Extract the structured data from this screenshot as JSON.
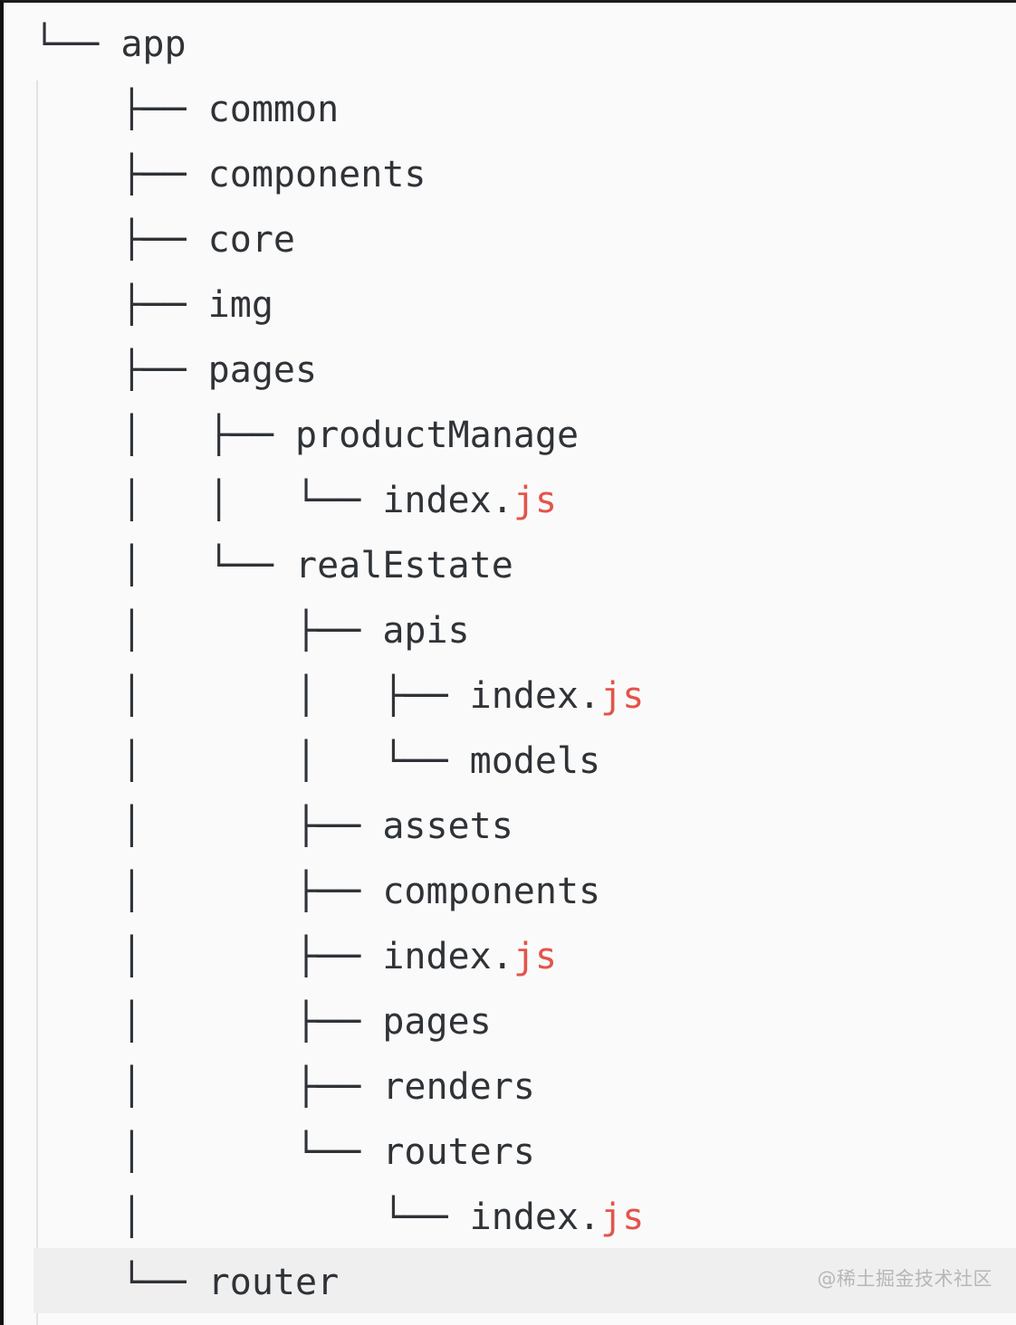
{
  "view": {
    "kind": "terminal-tree-output",
    "root_label": "app",
    "background_color": "#fafafa",
    "text_color": "#2f3337",
    "js_extension_color": "#e3544a",
    "highlight_row_color": "#efefef",
    "left_rule_color": "#e2e2e2"
  },
  "watermark": {
    "text": "@稀土掘金技术社区",
    "color": "#b7b7b7"
  },
  "tree": {
    "rows": [
      {
        "guides": "└── ",
        "name": "app",
        "ext": "",
        "highlight": false
      },
      {
        "guides": "    ├── ",
        "name": "common",
        "ext": "",
        "highlight": false
      },
      {
        "guides": "    ├── ",
        "name": "components",
        "ext": "",
        "highlight": false
      },
      {
        "guides": "    ├── ",
        "name": "core",
        "ext": "",
        "highlight": false
      },
      {
        "guides": "    ├── ",
        "name": "img",
        "ext": "",
        "highlight": false
      },
      {
        "guides": "    ├── ",
        "name": "pages",
        "ext": "",
        "highlight": false
      },
      {
        "guides": "    │   ├── ",
        "name": "productManage",
        "ext": "",
        "highlight": false
      },
      {
        "guides": "    │   │   └── ",
        "name": "index.",
        "ext": "js",
        "highlight": false
      },
      {
        "guides": "    │   └── ",
        "name": "realEstate",
        "ext": "",
        "highlight": false
      },
      {
        "guides": "    │       ├── ",
        "name": "apis",
        "ext": "",
        "highlight": false
      },
      {
        "guides": "    │       │   ├── ",
        "name": "index.",
        "ext": "js",
        "highlight": false
      },
      {
        "guides": "    │       │   └── ",
        "name": "models",
        "ext": "",
        "highlight": false
      },
      {
        "guides": "    │       ├── ",
        "name": "assets",
        "ext": "",
        "highlight": false
      },
      {
        "guides": "    │       ├── ",
        "name": "components",
        "ext": "",
        "highlight": false
      },
      {
        "guides": "    │       ├── ",
        "name": "index.",
        "ext": "js",
        "highlight": false
      },
      {
        "guides": "    │       ├── ",
        "name": "pages",
        "ext": "",
        "highlight": false
      },
      {
        "guides": "    │       ├── ",
        "name": "renders",
        "ext": "",
        "highlight": false
      },
      {
        "guides": "    │       └── ",
        "name": "routers",
        "ext": "",
        "highlight": false
      },
      {
        "guides": "    │           └── ",
        "name": "index.",
        "ext": "js",
        "highlight": false
      },
      {
        "guides": "    └── ",
        "name": "router",
        "ext": "",
        "highlight": true
      }
    ]
  }
}
